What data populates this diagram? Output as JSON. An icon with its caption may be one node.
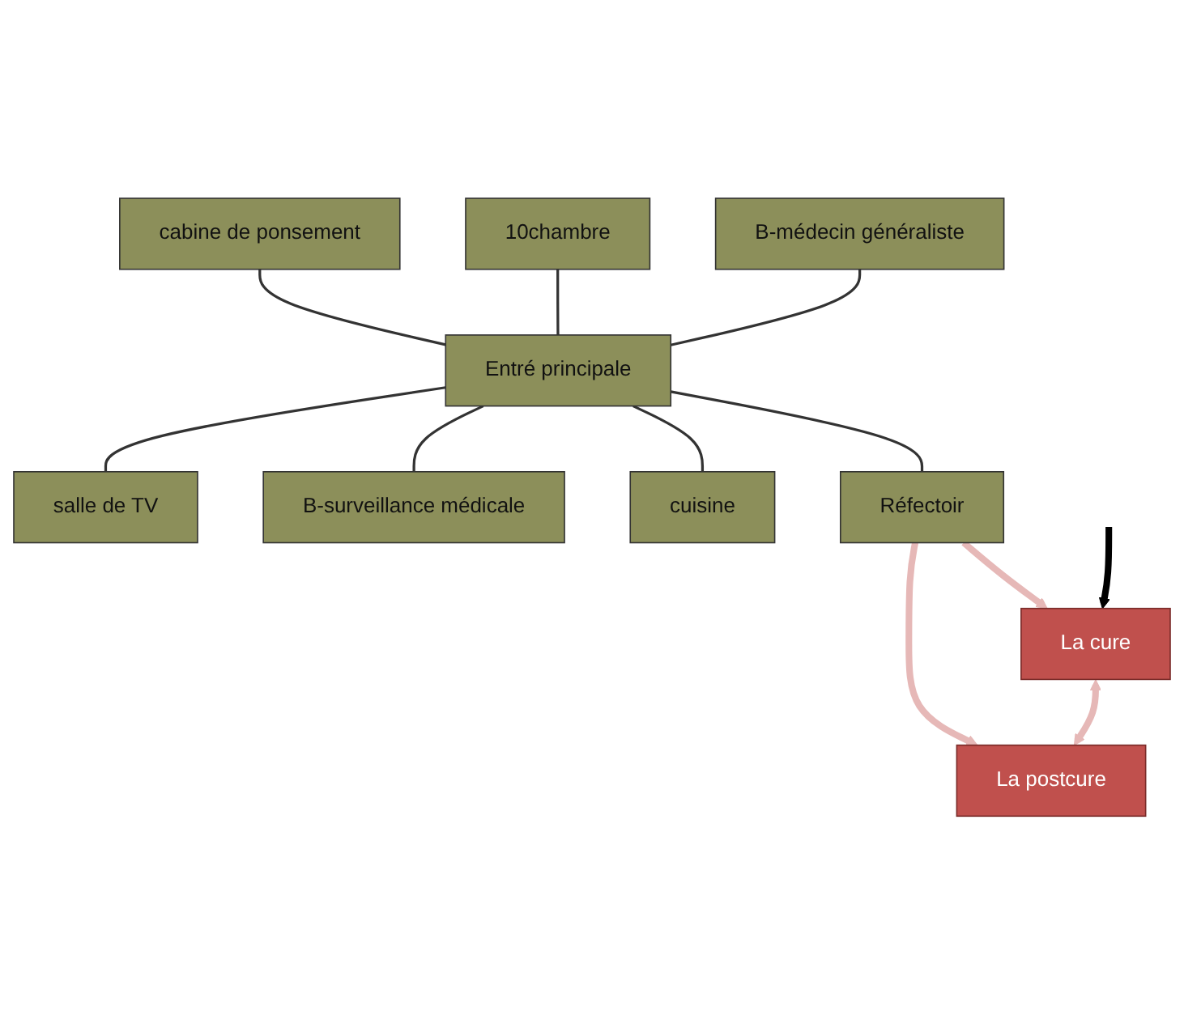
{
  "diagram": {
    "nodes": [
      {
        "text": [
          "cabine de ponsement"
        ]
      },
      {
        "text": [
          "10chambre"
        ]
      },
      {
        "text": [
          "B-médecin généraliste"
        ]
      },
      {
        "text": [
          "Entré principale"
        ]
      },
      {
        "text": [
          "salle de TV"
        ]
      },
      {
        "text": [
          "B-surveillance médicale"
        ]
      },
      {
        "text": [
          "cuisine"
        ]
      },
      {
        "text": [
          "Réfectoir"
        ]
      },
      {
        "text": [
          "La cure"
        ]
      },
      {
        "text": [
          "La postcure"
        ]
      }
    ],
    "edges": [
      {
        "from": 0,
        "to": 3,
        "arrow": "none"
      },
      {
        "from": 1,
        "to": 3,
        "arrow": "none"
      },
      {
        "from": 2,
        "to": 3,
        "arrow": "none"
      },
      {
        "from": 3,
        "to": 4,
        "arrow": "none"
      },
      {
        "from": 3,
        "to": 5,
        "arrow": "none"
      },
      {
        "from": 3,
        "to": 6,
        "arrow": "none"
      },
      {
        "from": 3,
        "to": 7,
        "arrow": "none"
      },
      {
        "from": 7,
        "to": 8,
        "arrow": "to",
        "style": "thick",
        "color": "#e6b8b7"
      },
      {
        "from": 7,
        "to": 9,
        "arrow": "to",
        "style": "thick",
        "color": "#e6b8b7"
      },
      {
        "from": 8,
        "to": 9,
        "arrow": "both",
        "style": "thick",
        "color": "#e6b8b7"
      },
      {
        "from": null,
        "to": 8,
        "arrow": "to",
        "style": "thick",
        "color": "#000000"
      }
    ]
  }
}
